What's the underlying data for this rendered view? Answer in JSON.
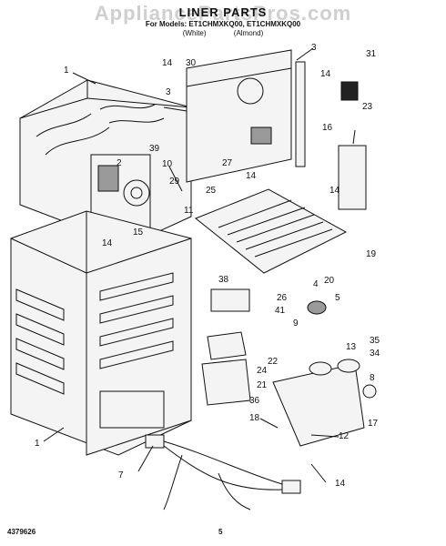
{
  "header": {
    "title": "LINER PARTS",
    "watermark": "AppliancePartsPros.com",
    "models": "For Models: ET1CHMXKQ00, ET1CHMXKQ00",
    "color_white": "(White)",
    "color_almond": "(Almond)"
  },
  "footer": {
    "doc_number": "4379626",
    "page": "5"
  },
  "callouts": [
    "1",
    "1",
    "2",
    "3",
    "3",
    "4",
    "5",
    "7",
    "8",
    "9",
    "10",
    "11",
    "12",
    "13",
    "14",
    "14",
    "14",
    "14",
    "14",
    "14",
    "15",
    "16",
    "17",
    "18",
    "19",
    "20",
    "21",
    "22",
    "23",
    "24",
    "25",
    "26",
    "27",
    "29",
    "30",
    "31",
    "34",
    "35",
    "36",
    "38",
    "39",
    "41"
  ]
}
